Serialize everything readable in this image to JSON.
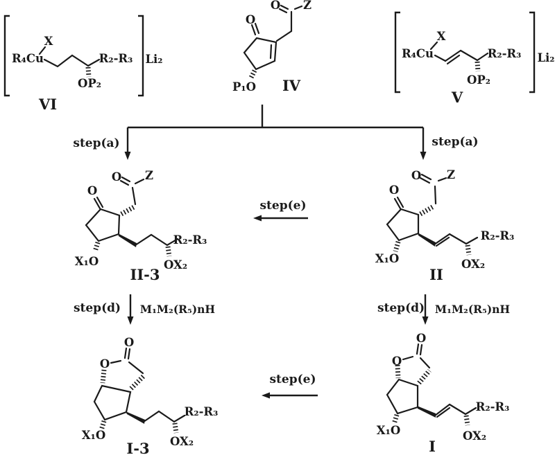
{
  "structures": {
    "vi": {
      "name": "VI",
      "r4cu": "R₄Cu",
      "x": "X",
      "r2r3": "R₂-R₃",
      "op2": "OP₂",
      "li2": "Li₂"
    },
    "iv": {
      "name": "IV",
      "chain_o": "O",
      "z": "Z",
      "ketone_o": "O",
      "p1o": "P₁O"
    },
    "v": {
      "name": "V",
      "r4cu": "R₄Cu",
      "x": "X",
      "r2r3": "R₂-R₃",
      "op2": "OP₂",
      "li2": "Li₂"
    },
    "ii3": {
      "name": "II-3",
      "chain_o": "O",
      "z": "Z",
      "ketone_o": "O",
      "x1o": "X₁O",
      "ox2": "OX₂",
      "r2r3": "R₂-R₃"
    },
    "ii": {
      "name": "II",
      "chain_o": "O",
      "z": "Z",
      "ketone_o": "O",
      "x1o": "X₁O",
      "ox2": "OX₂",
      "r2r3": "R₂-R₃"
    },
    "i3": {
      "name": "I-3",
      "lactone_o": "O",
      "ring_o": "O",
      "x1o": "X₁O",
      "ox2": "OX₂",
      "r2r3": "R₂-R₃"
    },
    "i": {
      "name": "I",
      "lactone_o": "O",
      "ring_o": "O",
      "x1o": "X₁O",
      "ox2": "OX₂",
      "r2r3": "R₂-R₃"
    }
  },
  "steps": {
    "step_a": "step(a)",
    "step_d": "step(d)",
    "step_e": "step(e)",
    "step_d_reagent": "M₁M₂(R₅)nH"
  },
  "colors": {
    "ink": "#1a1a1a",
    "background": "#ffffff"
  }
}
